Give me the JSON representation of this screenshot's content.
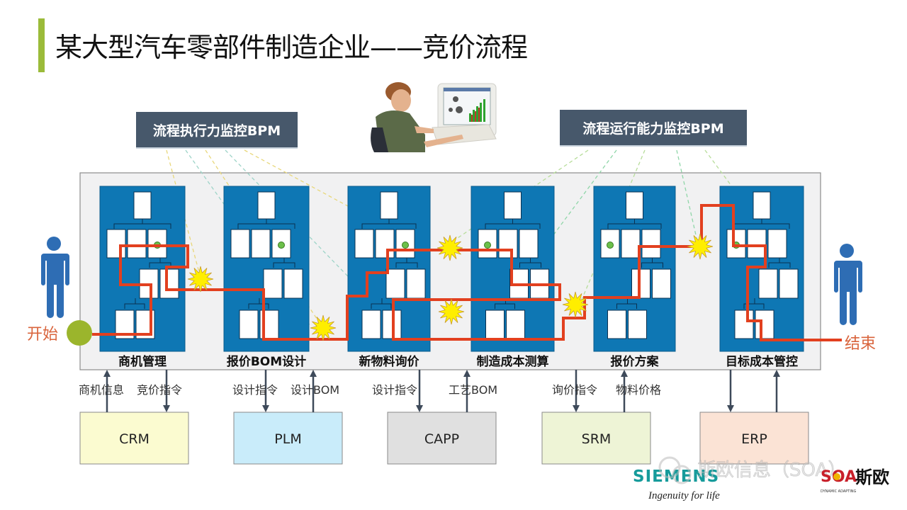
{
  "title": "某大型汽车零部件制造企业——竞价流程",
  "monitors": {
    "left": "流程执行力监控BPM",
    "right": "流程运行能力监控BPM"
  },
  "terminals": {
    "start": "开始",
    "end": "结束"
  },
  "stages": [
    {
      "label": "商机管理"
    },
    {
      "label": "报价BOM设计"
    },
    {
      "label": "新物料询价"
    },
    {
      "label": "制造成本测算"
    },
    {
      "label": "报价方案"
    },
    {
      "label": "目标成本管控"
    }
  ],
  "systems": [
    {
      "label": "CRM",
      "color": "#fbfbd0",
      "flows": [
        {
          "text": "商机信息",
          "dir": "up"
        },
        {
          "text": "竞价指令",
          "dir": "down"
        }
      ]
    },
    {
      "label": "PLM",
      "color": "#c9ecfa",
      "flows": [
        {
          "text": "设计指令",
          "dir": "down"
        },
        {
          "text": "设计BOM",
          "dir": "up"
        }
      ]
    },
    {
      "label": "CAPP",
      "color": "#e0e0e0",
      "flows": [
        {
          "text": "设计指令",
          "dir": "down"
        },
        {
          "text": "工艺BOM",
          "dir": "up"
        }
      ]
    },
    {
      "label": "SRM",
      "color": "#eef4d6",
      "flows": [
        {
          "text": "询价指令",
          "dir": "down"
        },
        {
          "text": "物料价格",
          "dir": "up"
        }
      ]
    },
    {
      "label": "ERP",
      "color": "#fbe3d5",
      "flows": [
        {
          "text": "",
          "dir": "down"
        },
        {
          "text": "",
          "dir": "up"
        }
      ]
    }
  ],
  "logos": {
    "siemens": "SIEMENS",
    "siemens_tagline": "Ingenuity for life",
    "watermark": "斯欧信息（SOA）",
    "soa_brand": "SOA",
    "soa_cn": "斯欧",
    "soa_tagline": "DYNAMIC ADAPTING"
  },
  "colors": {
    "title_accent": "#9bbb3a",
    "stage_fill": "#0e77b4",
    "process_line": "#e2401f",
    "person": "#2e6db4",
    "start_dot": "#9bb52c",
    "monitor_box": "#47586b"
  }
}
